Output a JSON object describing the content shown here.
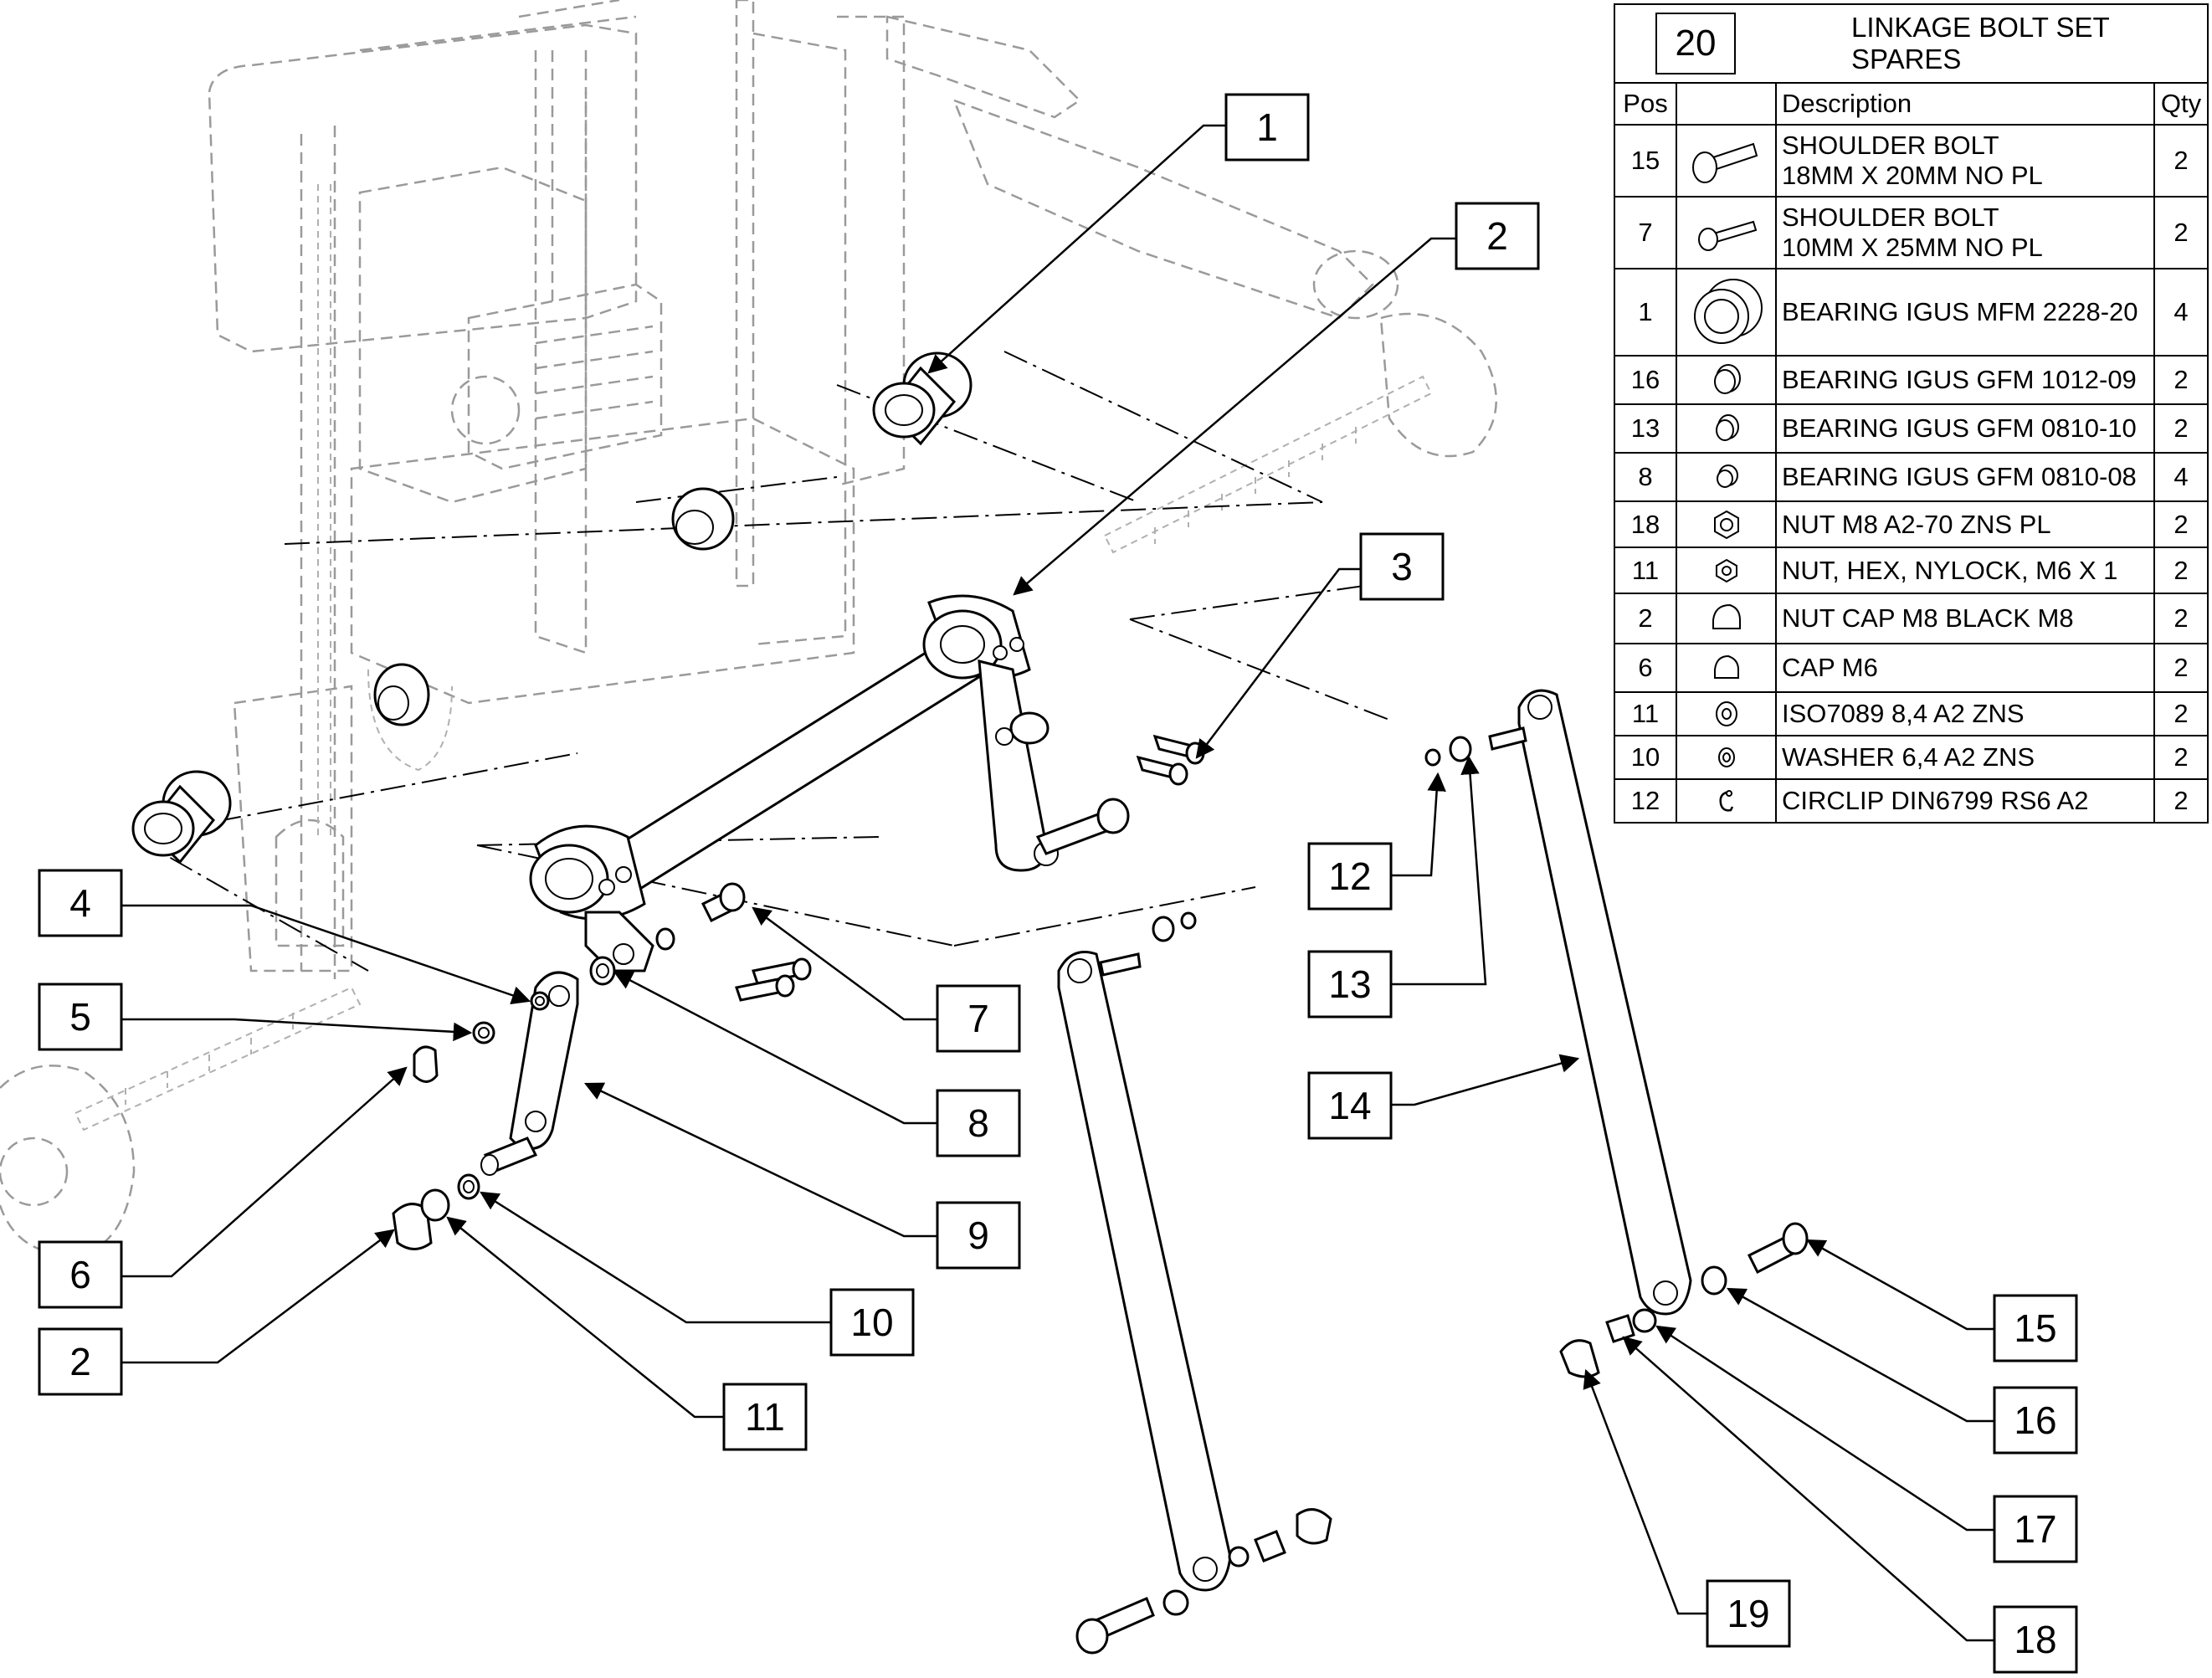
{
  "parts_table": {
    "set_number": "20",
    "set_title": "LINKAGE BOLT SET SPARES",
    "headers": {
      "pos": "Pos",
      "image": "",
      "description": "Description",
      "qty": "Qty"
    },
    "rows": [
      {
        "pos": "15",
        "icon": "shoulder-bolt-icon",
        "description": "SHOULDER BOLT\n18MM X 20MM NO PL",
        "qty": "2"
      },
      {
        "pos": "7",
        "icon": "shoulder-bolt-small-icon",
        "description": "SHOULDER BOLT\n10MM X 25MM NO PL",
        "qty": "2"
      },
      {
        "pos": "1",
        "icon": "bearing-large-icon",
        "description": "BEARING IGUS MFM 2228-20",
        "qty": "4"
      },
      {
        "pos": "16",
        "icon": "bearing-flanged-icon",
        "description": "BEARING IGUS GFM 1012-09",
        "qty": "2"
      },
      {
        "pos": "13",
        "icon": "bearing-flanged-icon",
        "description": "BEARING IGUS GFM 0810-10",
        "qty": "2"
      },
      {
        "pos": "8",
        "icon": "bearing-small-icon",
        "description": "BEARING IGUS GFM 0810-08",
        "qty": "4"
      },
      {
        "pos": "18",
        "icon": "hex-nut-icon",
        "description": "NUT M8 A2-70 ZNS PL",
        "qty": "2"
      },
      {
        "pos": "11",
        "icon": "nylock-nut-icon",
        "description": "NUT, HEX, NYLOCK, M6 X 1",
        "qty": "2"
      },
      {
        "pos": "2",
        "icon": "nut-cap-icon",
        "description": "NUT CAP M8 BLACK M8",
        "qty": "2"
      },
      {
        "pos": "6",
        "icon": "cap-icon",
        "description": "CAP M6",
        "qty": "2"
      },
      {
        "pos": "11",
        "icon": "washer-icon",
        "description": "ISO7089 8,4 A2 ZNS",
        "qty": "2"
      },
      {
        "pos": "10",
        "icon": "washer-small-icon",
        "description": "WASHER 6,4 A2 ZNS",
        "qty": "2"
      },
      {
        "pos": "12",
        "icon": "circlip-icon",
        "description": "CIRCLIP DIN6799 RS6 A2",
        "qty": "2"
      }
    ]
  },
  "callouts": [
    "1",
    "2",
    "3",
    "4",
    "5",
    "6",
    "2",
    "7",
    "8",
    "9",
    "10",
    "11",
    "12",
    "13",
    "14",
    "15",
    "16",
    "17",
    "18",
    "19"
  ]
}
